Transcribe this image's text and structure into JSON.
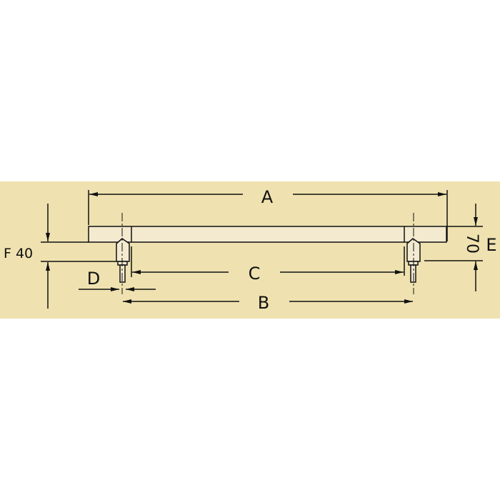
{
  "colors": {
    "background": "#ffffff",
    "band": "#efe2b0",
    "line": "#111111",
    "part_fill": "#f3ead0"
  },
  "labels": {
    "overall_length": "A",
    "post_center_distance": "B",
    "inner_distance": "C",
    "post_diameter": "D",
    "height": "E",
    "height_value": "70",
    "bar_thickness": "F 40"
  }
}
